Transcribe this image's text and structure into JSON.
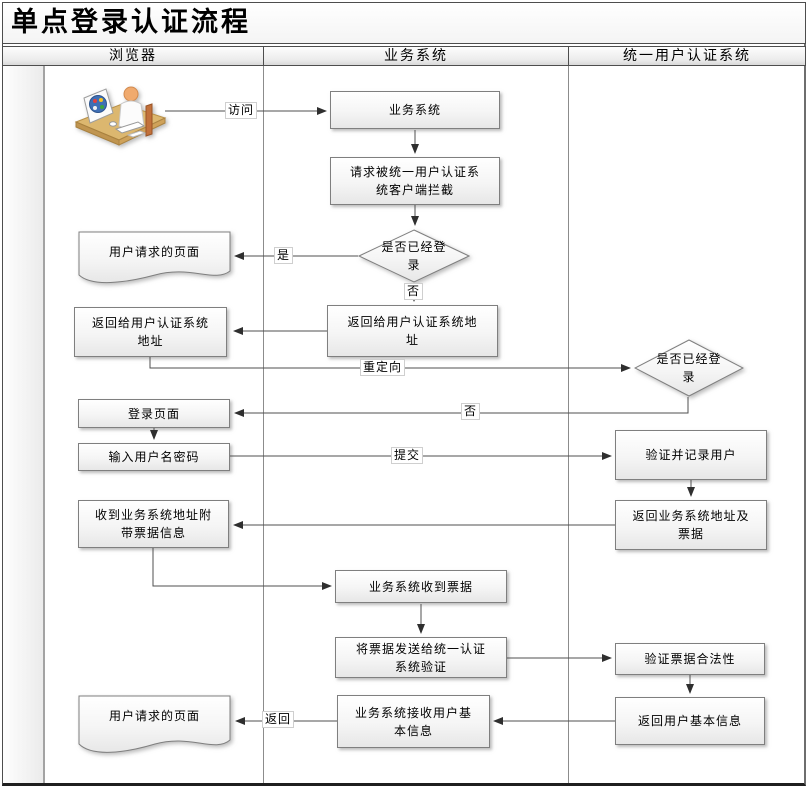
{
  "title": "单点登录认证流程",
  "lanes": {
    "browser": "浏览器",
    "business": "业务系统",
    "auth": "统一用户认证系统"
  },
  "nodes": {
    "biz_system": "业务系统",
    "intercept": "请求被统一用户认证系统客户端拦截",
    "decision_login_1": "是否已经登录",
    "user_page_1": "用户请求的页面",
    "return_auth_addr_browser": "返回给用户认证系统地址",
    "return_auth_addr_biz": "返回给用户认证系统地址",
    "decision_login_2": "是否已经登录",
    "login_page": "登录页面",
    "enter_credentials": "输入用户名密码",
    "verify_record_user": "验证并记录用户",
    "return_biz_addr_ticket": "返回业务系统地址及票据",
    "receive_addr_ticket": "收到业务系统地址附带票据信息",
    "biz_receive_ticket": "业务系统收到票据",
    "send_ticket_verify": "将票据发送给统一认证系统验证",
    "verify_ticket": "验证票据合法性",
    "return_user_info": "返回用户基本信息",
    "biz_receive_user_info": "业务系统接收用户基本信息",
    "user_page_2": "用户请求的页面"
  },
  "edge_labels": {
    "visit": "访问",
    "yes": "是",
    "no_1": "否",
    "redirect": "重定向",
    "no_2": "否",
    "submit": "提交",
    "return": "返回"
  },
  "icons": {
    "user_clipart": "user-at-computer"
  },
  "colors": {
    "box_border": "#7f7f7f",
    "connector": "#4f4f4f",
    "lane_border": "#4d4d4d",
    "desk_tan": "#dcb76f",
    "head_orange": "#f0aa6e",
    "monitor_circle_blue": "#3f6fb5"
  }
}
